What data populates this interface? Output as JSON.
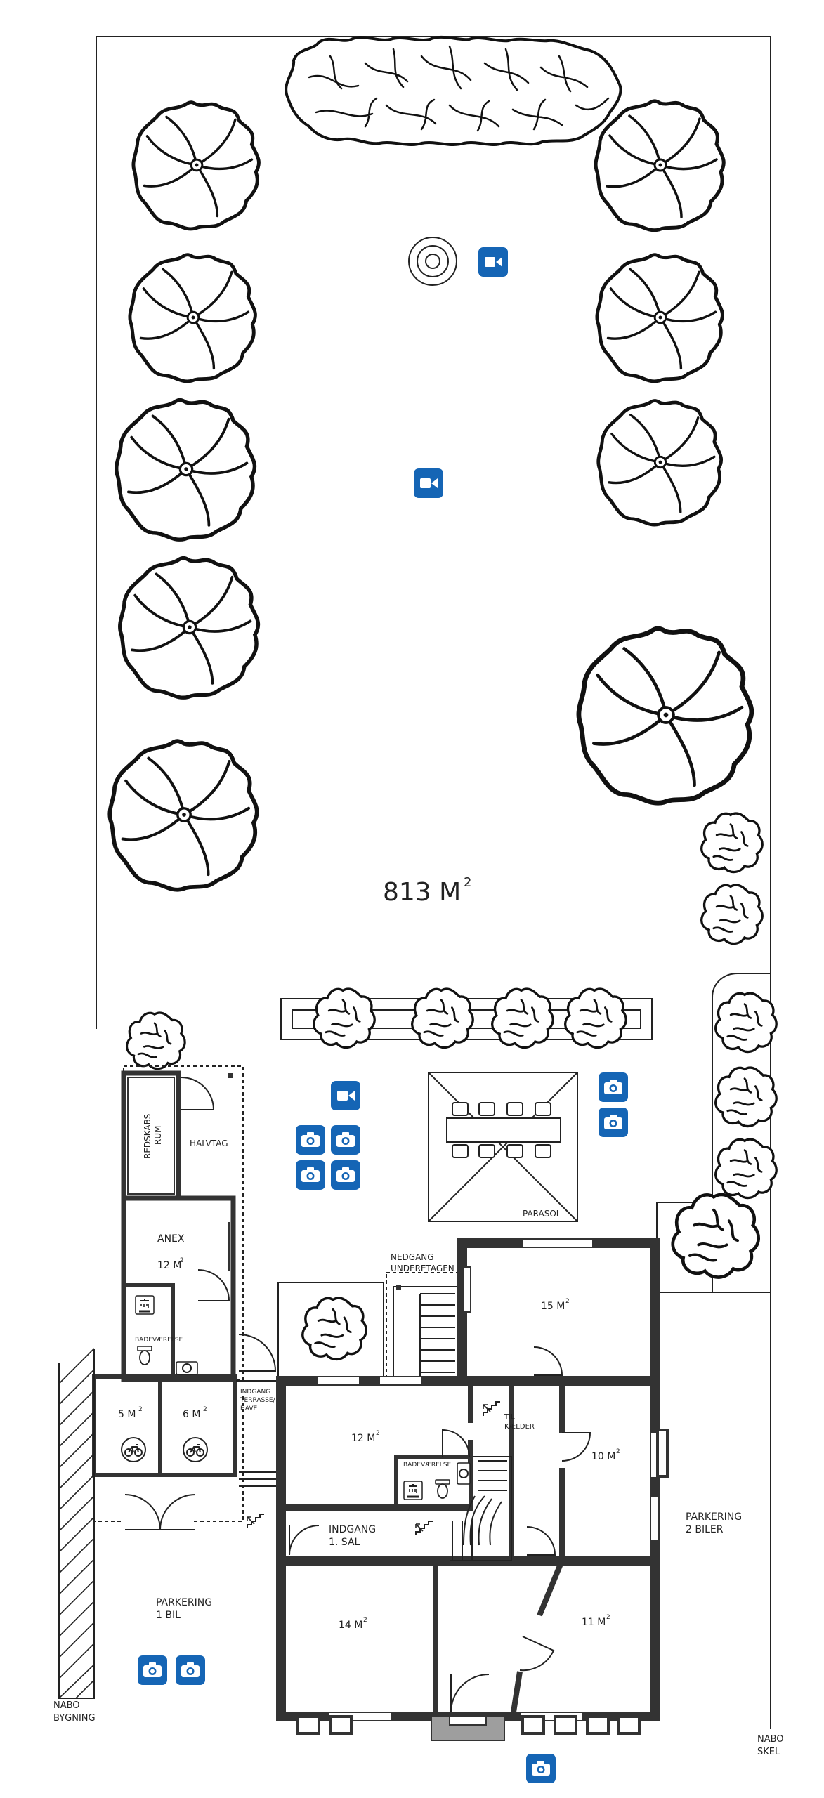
{
  "plan": {
    "total_area": "813 M",
    "total_area_sup": "2",
    "rooms": {
      "redskabsrum": [
        "REDSKABS-",
        "RUM"
      ],
      "halvtag": "HALVTAG",
      "anex": "ANEX",
      "anex_area": "12 M",
      "badevaerelse_anex": "BADEVÆRELSE",
      "bike1_area": "5 M",
      "bike2_area": "6 M",
      "indgang_terrasse": [
        "INDGANG",
        "TERRASSE/",
        "HAVE"
      ],
      "nedgang": [
        "NEDGANG",
        "UNDERETAGEN"
      ],
      "room15": "15 M",
      "room12": "12 M",
      "badevaerelse_main": "BADEVÆRELSE",
      "til_kaelder": [
        "TIL",
        "KÆLDER"
      ],
      "room10": "10 M",
      "indgang_1sal": [
        "INDGANG",
        "1. SAL"
      ],
      "room14": "14 M",
      "room11": "11 M",
      "parasol": "PARASOL",
      "sup": "2"
    },
    "outside": {
      "parkering_1bil": [
        "PARKERING",
        "1 BIL"
      ],
      "parkering_2biler": [
        "PARKERING",
        "2 BILER"
      ],
      "nabo_bygning": [
        "NABO",
        "BYGNING"
      ],
      "nabo_skel": [
        "NABO",
        "SKEL"
      ]
    },
    "icons": {
      "video": "video-camera-icon",
      "photo": "photo-camera-icon",
      "bike": "bicycle-icon",
      "shower": "shower-icon",
      "toilet": "toilet-icon",
      "washing": "washing-machine-icon",
      "stairs": "stairs-icon"
    },
    "colors": {
      "marker": "#1565b5",
      "wall": "#333333",
      "stair_step": "#9e9e9e"
    }
  }
}
